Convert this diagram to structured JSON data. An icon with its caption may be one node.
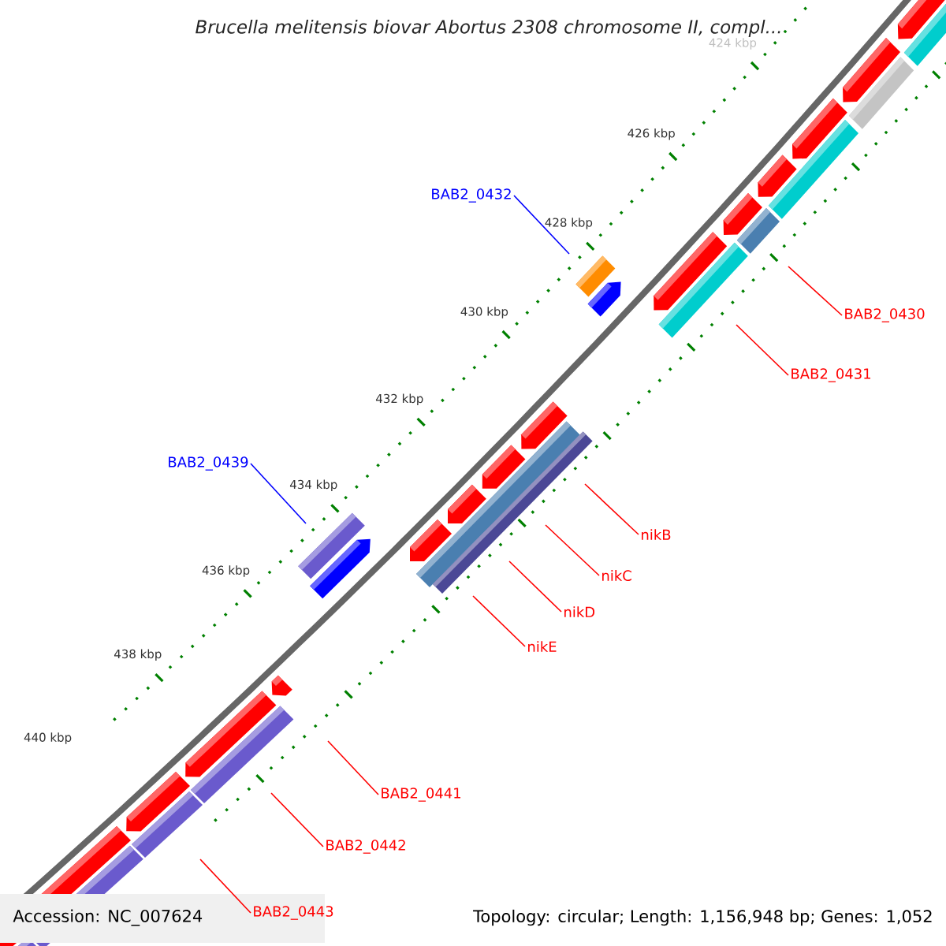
{
  "diagram": {
    "title": "Brucella melitensis biovar Abortus 2308 chromosome II, compl...",
    "nodes": [
      {
        "text": [
          "BAB2_0432"
        ]
      },
      {
        "text": [
          "BAB2_0430"
        ]
      },
      {
        "text": [
          "BAB2_0431"
        ]
      },
      {
        "text": [
          "BAB2_0439"
        ]
      },
      {
        "text": [
          "nikB"
        ]
      },
      {
        "text": [
          "nikC"
        ]
      },
      {
        "text": [
          "nikD"
        ]
      },
      {
        "text": [
          "nikE"
        ]
      },
      {
        "text": [
          "BAB2_0441"
        ]
      },
      {
        "text": [
          "BAB2_0442"
        ]
      },
      {
        "text": [
          "BAB2_0443"
        ]
      }
    ],
    "edges": [
      {
        "from": 0,
        "to": null,
        "arrow": "none",
        "color": "#0000ff"
      },
      {
        "from": 1,
        "to": null,
        "arrow": "none"
      },
      {
        "from": 2,
        "to": null,
        "arrow": "none"
      },
      {
        "from": 3,
        "to": null,
        "arrow": "none",
        "color": "#0000ff"
      },
      {
        "from": 4,
        "to": null,
        "arrow": "none"
      },
      {
        "from": 5,
        "to": null,
        "arrow": "none"
      },
      {
        "from": 6,
        "to": null,
        "arrow": "none"
      },
      {
        "from": 7,
        "to": null,
        "arrow": "none"
      },
      {
        "from": 8,
        "to": null,
        "arrow": "none"
      },
      {
        "from": 9,
        "to": null,
        "arrow": "none"
      },
      {
        "from": 10,
        "to": null,
        "arrow": "none"
      }
    ],
    "labels": [
      "424 kbp",
      "426 kbp",
      "428 kbp",
      "430 kbp",
      "432 kbp",
      "434 kbp",
      "436 kbp",
      "438 kbp",
      "440 kbp",
      "Accession: NC_007624",
      "Topology: circular; Length: 1,156,948 bp; Genes: 1,052"
    ]
  }
}
